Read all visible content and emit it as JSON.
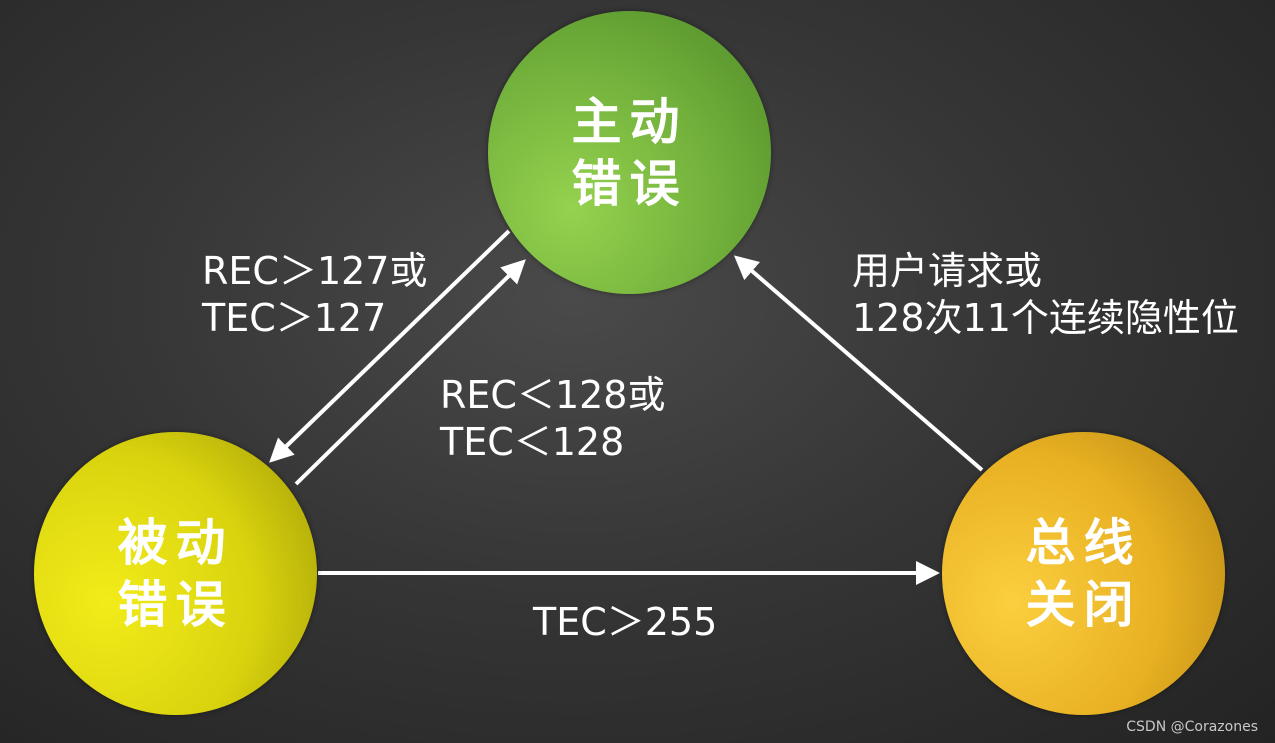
{
  "nodes": {
    "error_active": {
      "line1": "主动",
      "line2": "错误",
      "color": "#6fae3a"
    },
    "error_passive": {
      "line1": "被动",
      "line2": "错误",
      "color": "#d9d30e"
    },
    "bus_off": {
      "line1": "总线",
      "line2": "关闭",
      "color": "#e8b022"
    }
  },
  "transitions": {
    "active_to_passive": {
      "line1": "REC＞127或",
      "line2": "TEC＞127"
    },
    "passive_to_active": {
      "line1": "REC＜128或",
      "line2": "TEC＜128"
    },
    "passive_to_busoff": {
      "line1": "TEC＞255"
    },
    "busoff_to_active": {
      "line1": "用户请求或",
      "line2": "128次11个连续隐性位"
    }
  },
  "watermark": "CSDN @Corazones",
  "colors": {
    "background": "#363636",
    "arrow": "#ffffff",
    "text": "#ffffff"
  }
}
